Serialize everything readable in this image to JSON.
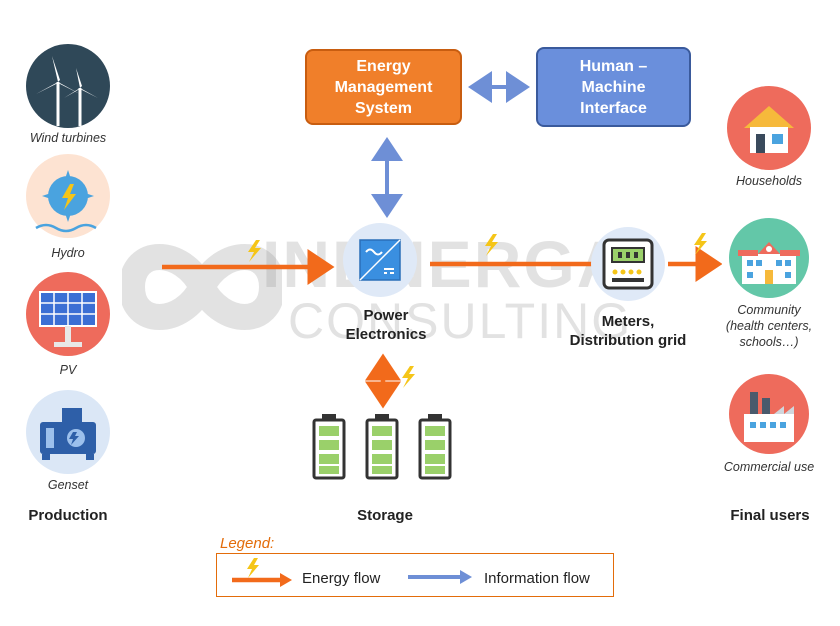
{
  "watermark": {
    "line1": "INENERGA",
    "line2": "CONSULTING"
  },
  "production": {
    "heading": "Production",
    "items": [
      {
        "label": "Wind turbines",
        "icon": "wind-turbine-icon"
      },
      {
        "label": "Hydro",
        "icon": "hydro-icon"
      },
      {
        "label": "PV",
        "icon": "solar-panel-icon"
      },
      {
        "label": "Genset",
        "icon": "genset-icon"
      }
    ]
  },
  "ems": {
    "line1": "Energy",
    "line2": "Management",
    "line3": "System",
    "color": "#f07f2a"
  },
  "hmi": {
    "line1": "Human –",
    "line2": "Machine",
    "line3": "Interface",
    "color": "#6a8fdc"
  },
  "power_electronics": {
    "line1": "Power",
    "line2": "Electronics",
    "icon": "inverter-icon"
  },
  "meters": {
    "line1": "Meters,",
    "line2": "Distribution grid",
    "icon": "meter-icon"
  },
  "storage": {
    "heading": "Storage",
    "icon": "battery-icon"
  },
  "final_users": {
    "heading": "Final users",
    "items": [
      {
        "label": "Households",
        "icon": "house-icon"
      },
      {
        "label_line1": "Community",
        "label_line2": "(health centers,",
        "label_line3": "schools…)",
        "icon": "school-icon"
      },
      {
        "label": "Commercial use",
        "icon": "factory-icon"
      }
    ]
  },
  "legend": {
    "title": "Legend:",
    "energy_label": "Energy flow",
    "info_label": "Information flow"
  },
  "colors": {
    "energy": "#f26a1b",
    "information": "#6e8fd6",
    "bolt": "#f5c518"
  }
}
